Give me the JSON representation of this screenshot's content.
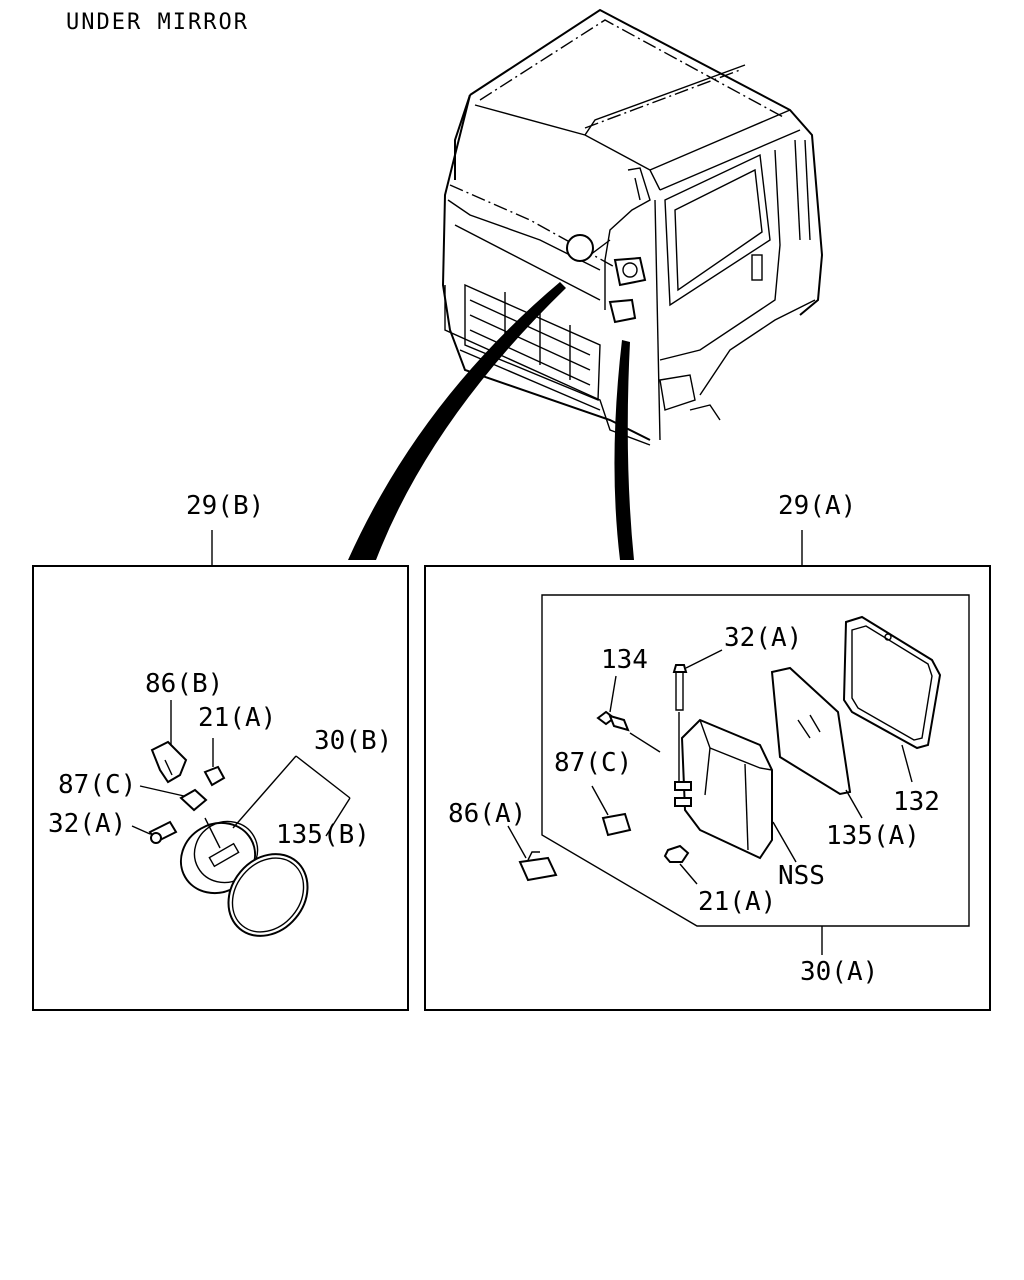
{
  "title": "UNDER MIRROR",
  "labels": {
    "assy_b": "29(B)",
    "assy_a": "29(A)",
    "left": {
      "p86b": "86(B)",
      "p21a": "21(A)",
      "p30b": "30(B)",
      "p87c": "87(C)",
      "p32a": "32(A)",
      "p135b": "135(B)"
    },
    "right": {
      "p32a": "32(A)",
      "p134": "134",
      "p87c": "87(C)",
      "p86a": "86(A)",
      "p132": "132",
      "p135a": "135(A)",
      "nss": "NSS",
      "p21a": "21(A)",
      "p30a": "30(A)"
    }
  }
}
